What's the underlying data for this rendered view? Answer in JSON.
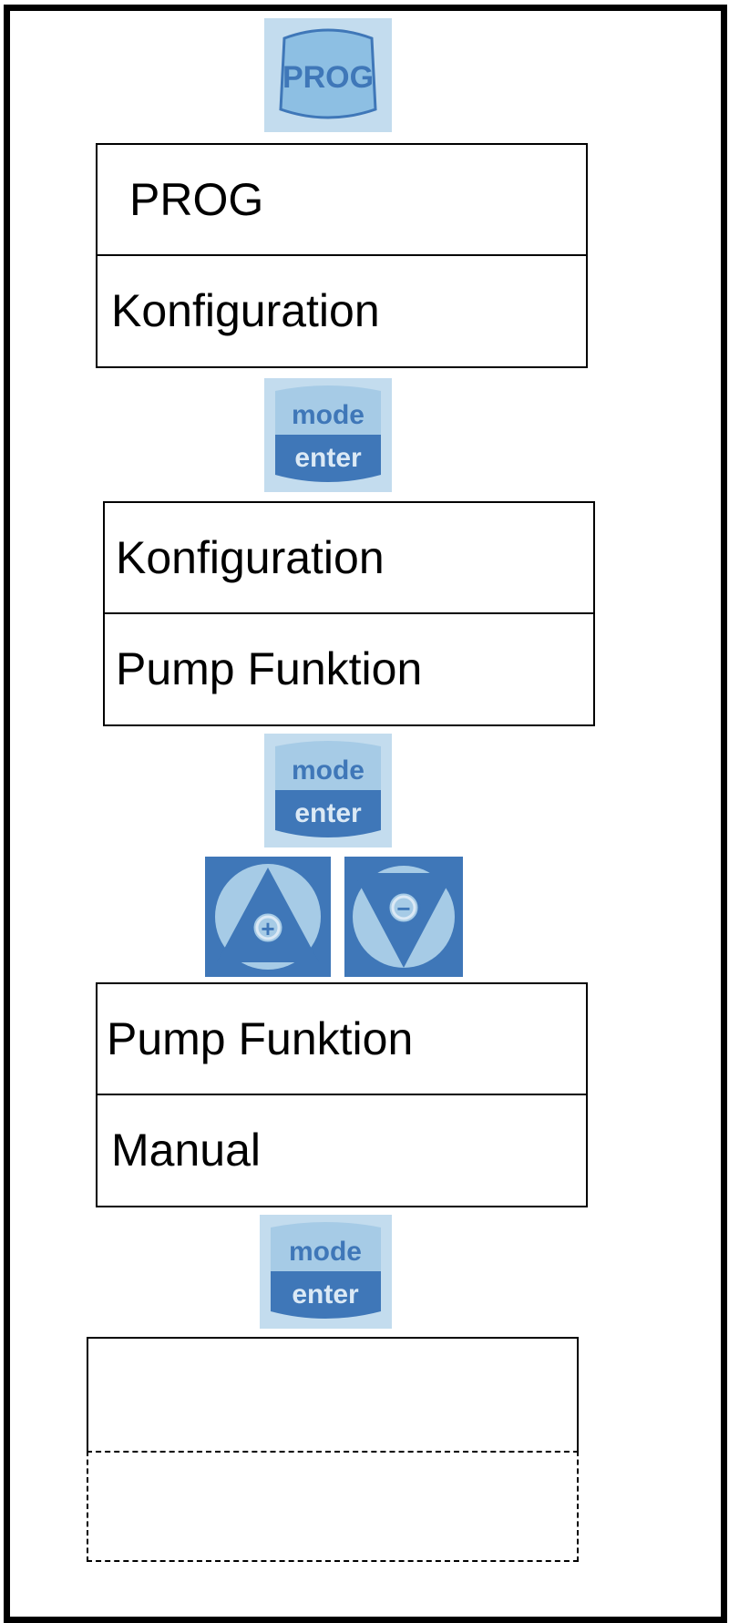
{
  "keys": {
    "prog_label": "PROG",
    "mode_label": "mode",
    "enter_label": "enter",
    "plus_symbol": "+",
    "minus_symbol": "−"
  },
  "colors": {
    "key_light": "#a6cbe6",
    "key_dark": "#3f77b8",
    "key_text_light": "#3f77b8",
    "key_text_dark": "#dbe9f5"
  },
  "displays": [
    {
      "line1": "PROG",
      "line2": "Konfiguration"
    },
    {
      "line1": "Konfiguration",
      "line2": "Pump Funktion"
    },
    {
      "line1": "Pump Funktion",
      "line2": "Manual"
    },
    {
      "line1": "",
      "line2": ""
    }
  ]
}
